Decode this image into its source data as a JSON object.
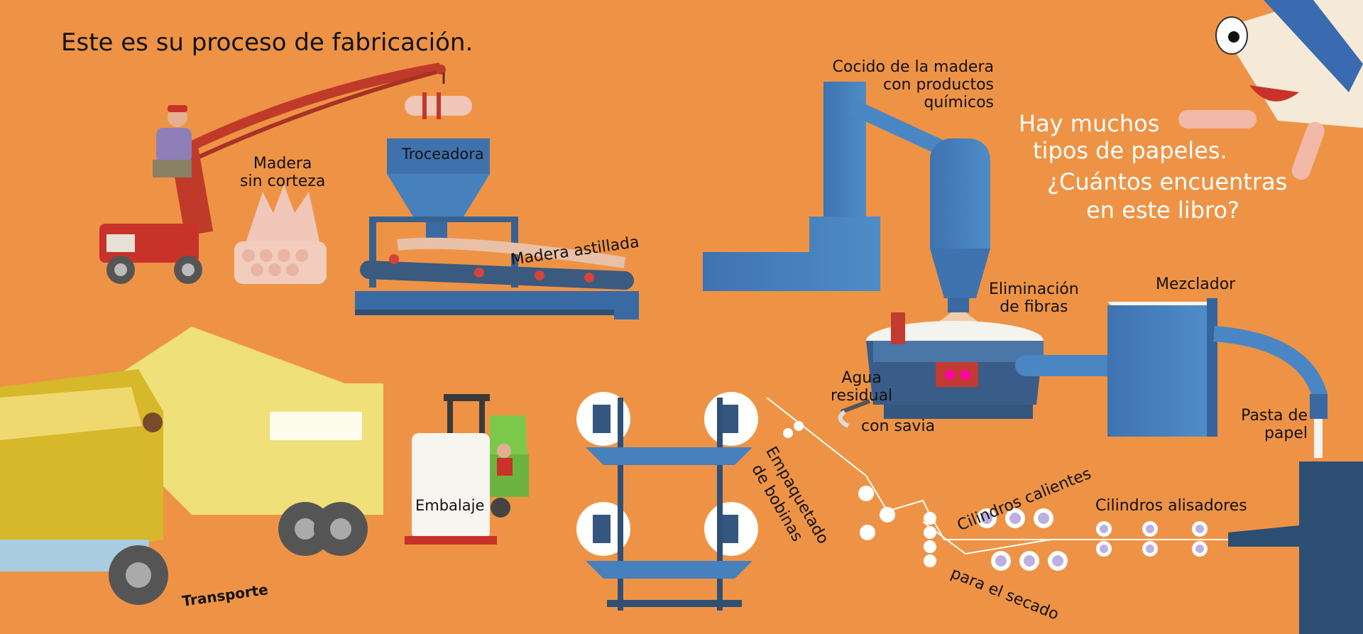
{
  "title": "Este es su proceso de fabricación.",
  "labels": {
    "madera_sin_corteza": [
      "Madera",
      "sin corteza"
    ],
    "troceadora": "Troceadora",
    "madera_astillada": "Madera astillada",
    "cocido": [
      "Cocido de la madera",
      "con productos",
      "químicos"
    ],
    "eliminacion": [
      "Eliminación",
      "de fibras"
    ],
    "mezclador": "Mezclador",
    "agua_residual": [
      "Agua",
      "residual"
    ],
    "con_savia": "con savia",
    "pasta": [
      "Pasta de",
      "papel"
    ],
    "cilindros_alisadores": "Cilindros alisadores",
    "cilindros_calientes": "Cilindros calientes",
    "para_el_secado": "para el secado",
    "empaquetado": [
      "Empaquetado",
      "de bobinas"
    ],
    "embalaje": "Embalaje",
    "transporte": "Transporte"
  },
  "quiz": [
    "Hay muchos",
    "tipos de papeles.",
    "¿Cuántos encuentras",
    "en este libro?"
  ],
  "colors": {
    "background": "#ee9345",
    "machine_blue": "#4680bd",
    "quiz_text": "#ffffff"
  }
}
